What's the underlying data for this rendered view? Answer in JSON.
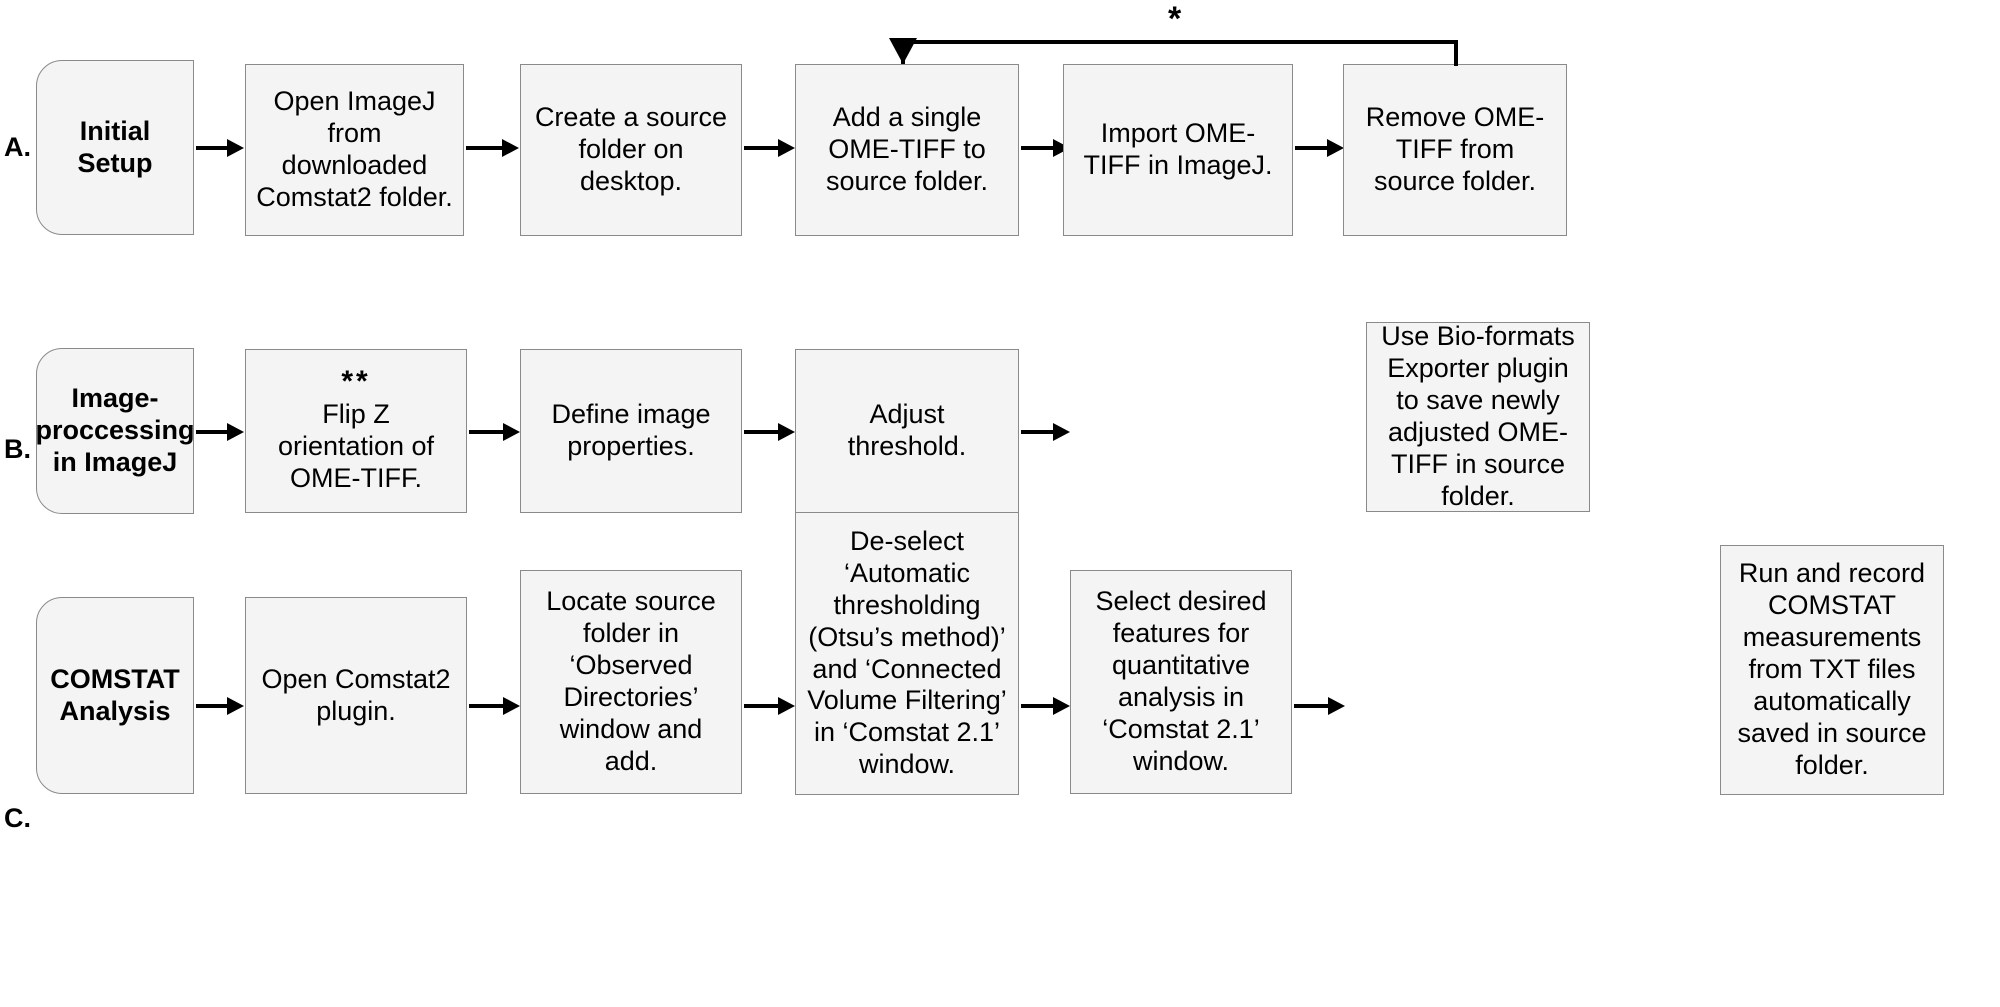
{
  "figure": {
    "type": "flowchart",
    "background": "#ffffff",
    "box_fill": "#f4f4f4",
    "box_border": "#8a8a8a",
    "line_color": "#000000"
  },
  "rows": [
    {
      "id": "A",
      "label": "A.",
      "start": {
        "label": "Initial Setup"
      },
      "steps": [
        {
          "text": "Open ImageJ\nfrom\ndownloaded\nComstat2 folder."
        },
        {
          "text": "Create a source\nfolder on\ndesktop."
        },
        {
          "text": "Add a single\nOME-TIFF to\nsource folder."
        },
        {
          "text": "Import OME-\nTIFF in ImageJ."
        },
        {
          "text": "Remove OME-\nTIFF from\nsource folder."
        }
      ],
      "loop": {
        "marker": "*",
        "from_step": "Remove OME-TIFF from source folder.",
        "to_step": "Add a single OME-TIFF to source folder."
      }
    },
    {
      "id": "B",
      "label": "B.",
      "start": {
        "label": "Image-\nproccessing\nin ImageJ"
      },
      "steps": [
        {
          "marker": "**",
          "text": "Flip Z\norientation of\nOME-TIFF."
        },
        {
          "text": "Define image\nproperties."
        },
        {
          "text": "Adjust\nthreshold."
        },
        {
          "text": "Use Bio-formats\nExporter plugin\nto save newly\nadjusted OME-\nTIFF in source\nfolder."
        }
      ]
    },
    {
      "id": "C",
      "label": "C.",
      "start": {
        "label": "COMSTAT\nAnalysis"
      },
      "steps": [
        {
          "text": "Open Comstat2\nplugin."
        },
        {
          "text": "Locate source\nfolder in\n‘Observed\nDirectories’\nwindow and\nadd."
        },
        {
          "text": "De-select\n‘Automatic\nthresholding\n(Otsu’s method)’\nand ‘Connected\nVolume Filtering’\nin ‘Comstat 2.1’\nwindow."
        },
        {
          "text": "Select desired\nfeatures for\nquantitative\nanalysis in\n‘Comstat 2.1’\nwindow."
        },
        {
          "text": "Run and record\nCOMSTAT\nmeasurements\nfrom TXT files\nautomatically\nsaved in source\nfolder."
        }
      ]
    }
  ]
}
